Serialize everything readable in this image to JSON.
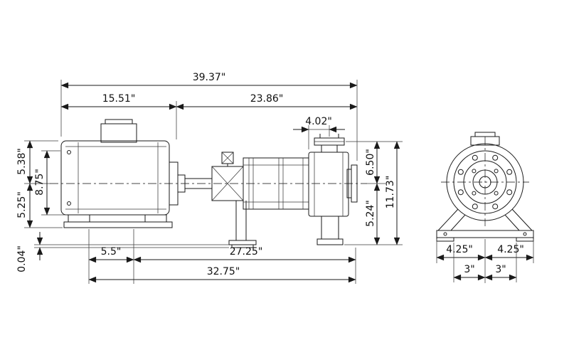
{
  "drawing_colors": {
    "line": "#1a1a1a",
    "background": "#ffffff"
  },
  "dims": {
    "overall_length": "39.37\"",
    "motor_length": "15.51\"",
    "pump_length": "23.86\"",
    "flange_offset": "4.02\"",
    "discharge_height": "6.50\"",
    "overall_height": "11.73\"",
    "suction_depth": "5.24\"",
    "motor_top_height": "5.38\"",
    "motor_height": "8.75\"",
    "base_height": "5.25\"",
    "shim_thickness": "0.04\"",
    "foot_offset": "5.5\"",
    "base_length": "27.25\"",
    "overall_base_length": "32.75\"",
    "front_base_left": "4.25\"",
    "front_base_right": "4.25\"",
    "front_bolt_left": "3\"",
    "front_bolt_right": "3\""
  }
}
